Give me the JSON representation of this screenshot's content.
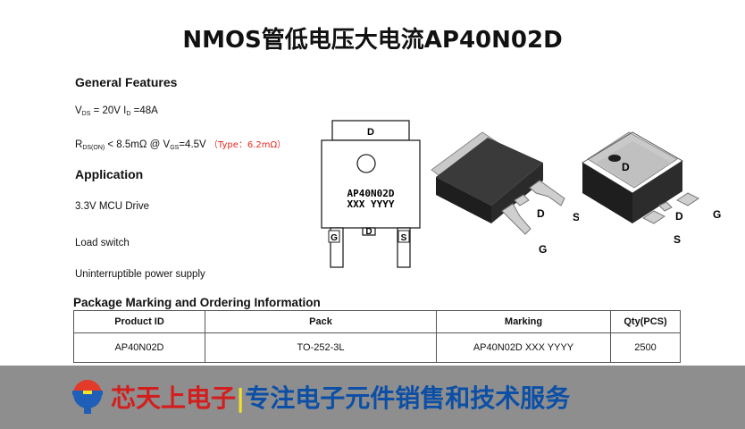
{
  "title": "NMOS管低电压大电流AP40N02D",
  "features": {
    "heading": "General Features",
    "vds_sym": "V",
    "vds_sub": "DS",
    "vds_val": " = 20V ",
    "id_sym": "I",
    "id_sub": "D",
    "id_val": " =48A",
    "rds_sym": "R",
    "rds_sub": "DS(ON)",
    "rds_val": " < 8.5mΩ @ V",
    "vgs_sub": "GS",
    "vgs_val": "=4.5V",
    "typ": "（Type：6.2mΩ）"
  },
  "application": {
    "heading": "Application",
    "items": [
      "3.3V MCU Drive",
      "Load switch",
      "Uninterruptible power supply"
    ]
  },
  "diagram": {
    "tab_label": "D",
    "marking_line1": "AP40N02D",
    "marking_line2": "XXX YYYY",
    "pin_g": "G",
    "pin_d": "D",
    "pin_s": "S"
  },
  "package_photo_1": {
    "d": "D",
    "s": "S",
    "g": "G"
  },
  "package_photo_2": {
    "tab": "D",
    "d": "D",
    "g": "G",
    "s": "S"
  },
  "ordering": {
    "heading": "Package Marking and Ordering Information",
    "headers": [
      "Product ID",
      "Pack",
      "Marking",
      "Qty(PCS)"
    ],
    "rows": [
      [
        "AP40N02D",
        "TO-252-3L",
        "AP40N02D XXX YYYY",
        "2500"
      ]
    ]
  },
  "footer": {
    "company": "芯天上电子",
    "separator": "|",
    "slogan": "专注电子元件销售和技术服务"
  },
  "colors": {
    "red": "#e8281e",
    "footer_bg": "#8e8e8e",
    "company": "#d41e1e",
    "slogan": "#0c4fa6",
    "separator": "#f2e22a"
  }
}
